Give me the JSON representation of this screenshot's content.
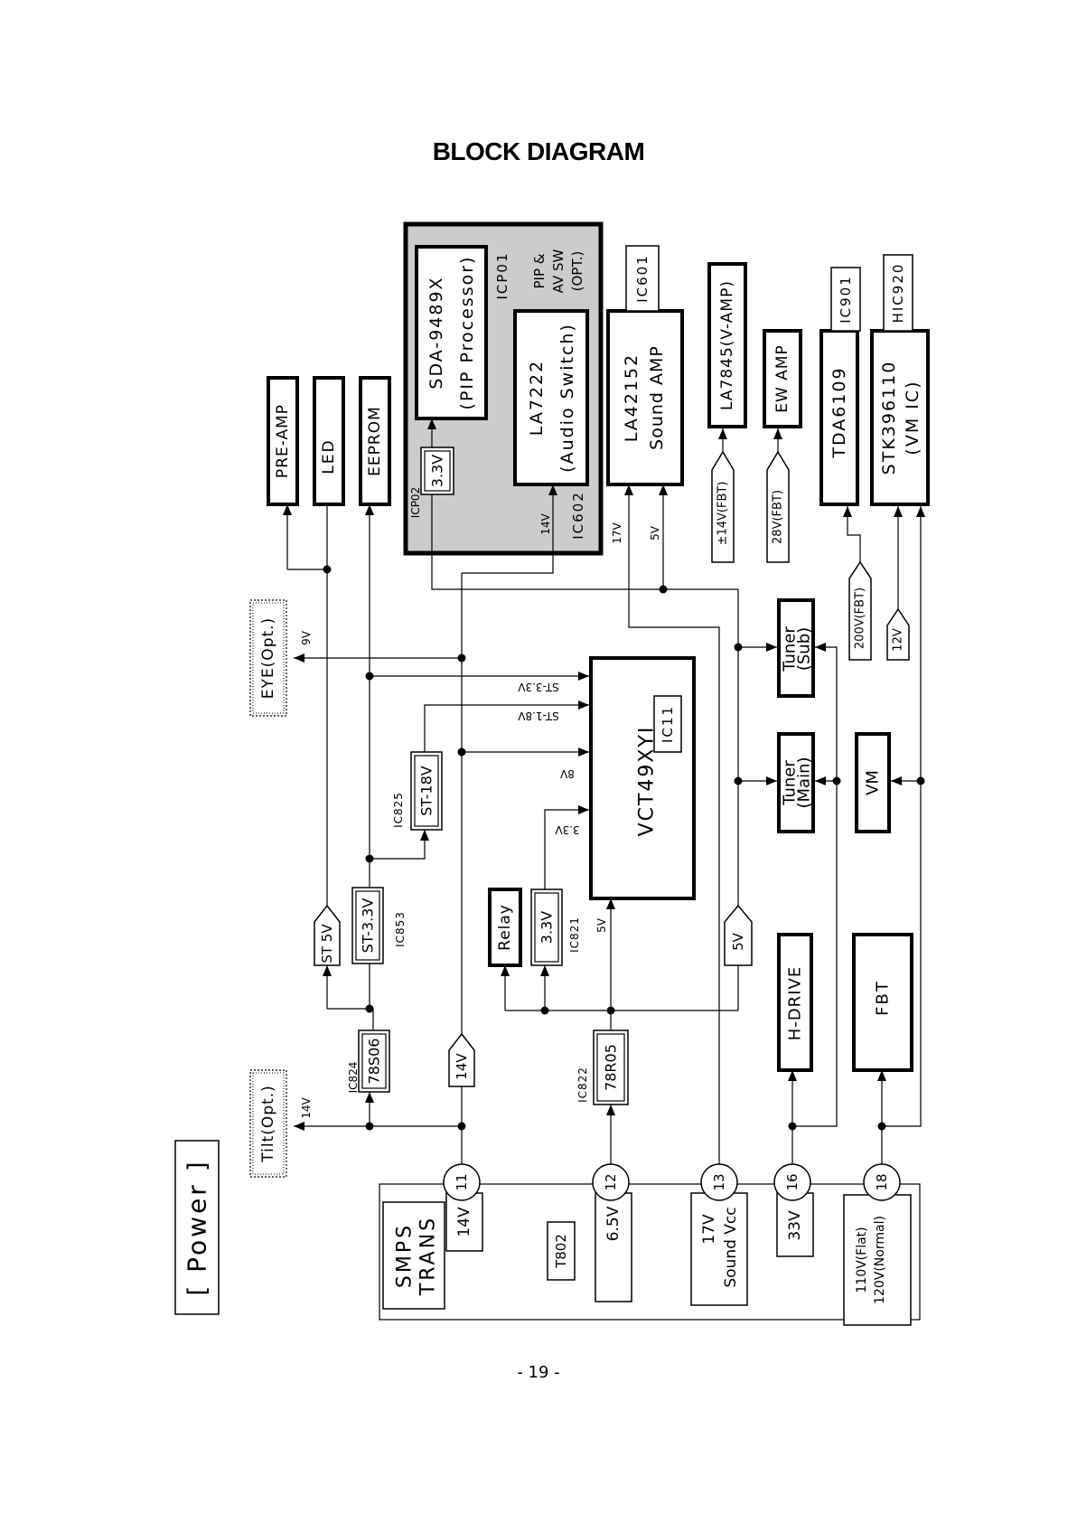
{
  "page": {
    "title": "BLOCK DIAGRAM",
    "section": "[ Power ]",
    "page_number": "- 19 -"
  },
  "smps": {
    "title_line1": "SMPS",
    "title_line2": "TRANS",
    "transformer": "T802",
    "pins": [
      {
        "pin": "11",
        "voltage": "14V"
      },
      {
        "pin": "12",
        "voltage": "6.5V"
      },
      {
        "pin": "13",
        "voltage": "17V",
        "voltage2": "Sound Vcc"
      },
      {
        "pin": "16",
        "voltage": "33V"
      },
      {
        "pin": "18",
        "voltage": "110V(Flat)",
        "voltage2": "120V(Normal)"
      }
    ]
  },
  "ics": {
    "ic824": {
      "part": "78S06",
      "ref": "IC824"
    },
    "ic822": {
      "part": "78R05",
      "ref": "IC822"
    },
    "ic853": {
      "part": "ST-3.3V",
      "ref": "IC853"
    },
    "ic825": {
      "part": "ST-18V",
      "ref": "IC825"
    },
    "ic821": {
      "part": "3.3V",
      "ref": "IC821"
    },
    "ic11": {
      "part": "VCT49XYI",
      "ref": "IC11"
    },
    "icp01": {
      "part": "SDA-9489X",
      "desc": "(PIP Processor)",
      "ref": "ICP01"
    },
    "icp02": {
      "part": "3.3V",
      "ref": "ICP02"
    },
    "ic602": {
      "part": "LA7222",
      "desc": "(Audio Switch)",
      "ref": "IC602"
    },
    "ic601": {
      "part": "LA42152",
      "desc": "Sound AMP",
      "ref": "IC601"
    },
    "vamp": {
      "part": "LA7845(V-AMP)"
    },
    "ewamp": {
      "part": "EW AMP"
    },
    "ic901": {
      "part": "TDA6109",
      "ref": "IC901"
    },
    "hic920": {
      "part": "STK396110",
      "desc": "(VM IC)",
      "ref": "HIC920"
    }
  },
  "blocks": {
    "pre_amp": "PRE-AMP",
    "led": "LED",
    "eeprom": "EEPROM",
    "relay": "Relay",
    "tuner_main_1": "Tuner",
    "tuner_main_2": "(Main)",
    "tuner_sub_1": "Tuner",
    "tuner_sub_2": "(Sub)",
    "vm": "VM",
    "h_drive": "H-DRIVE",
    "fbt": "FBT",
    "eye_opt": "EYE(Opt.)",
    "tilt_opt": "Tilt(Opt.)",
    "pip_opt_1": "PIP &",
    "pip_opt_2": "AV SW",
    "pip_opt_3": "(OPT.)"
  },
  "signals": {
    "st5v": "ST 5V",
    "v14_tag": "14V",
    "v5_tag": "5V",
    "v14fbt": "±14V(FBT)",
    "v28fbt": "28V(FBT)",
    "v200fbt": "200V(FBT)",
    "v12": "12V",
    "tilt_14v": "14V",
    "eye_9v": "9V",
    "st33": "ST-3.3V",
    "st18": "ST-1.8V",
    "v8": "8V",
    "v33": "3.3V",
    "v5_ic821": "5V",
    "v14_ic602": "14V",
    "v17_ic601": "17V",
    "v5_ic601": "5V"
  },
  "colors": {
    "pip_area": "#cccccc",
    "ink": "#000000"
  }
}
